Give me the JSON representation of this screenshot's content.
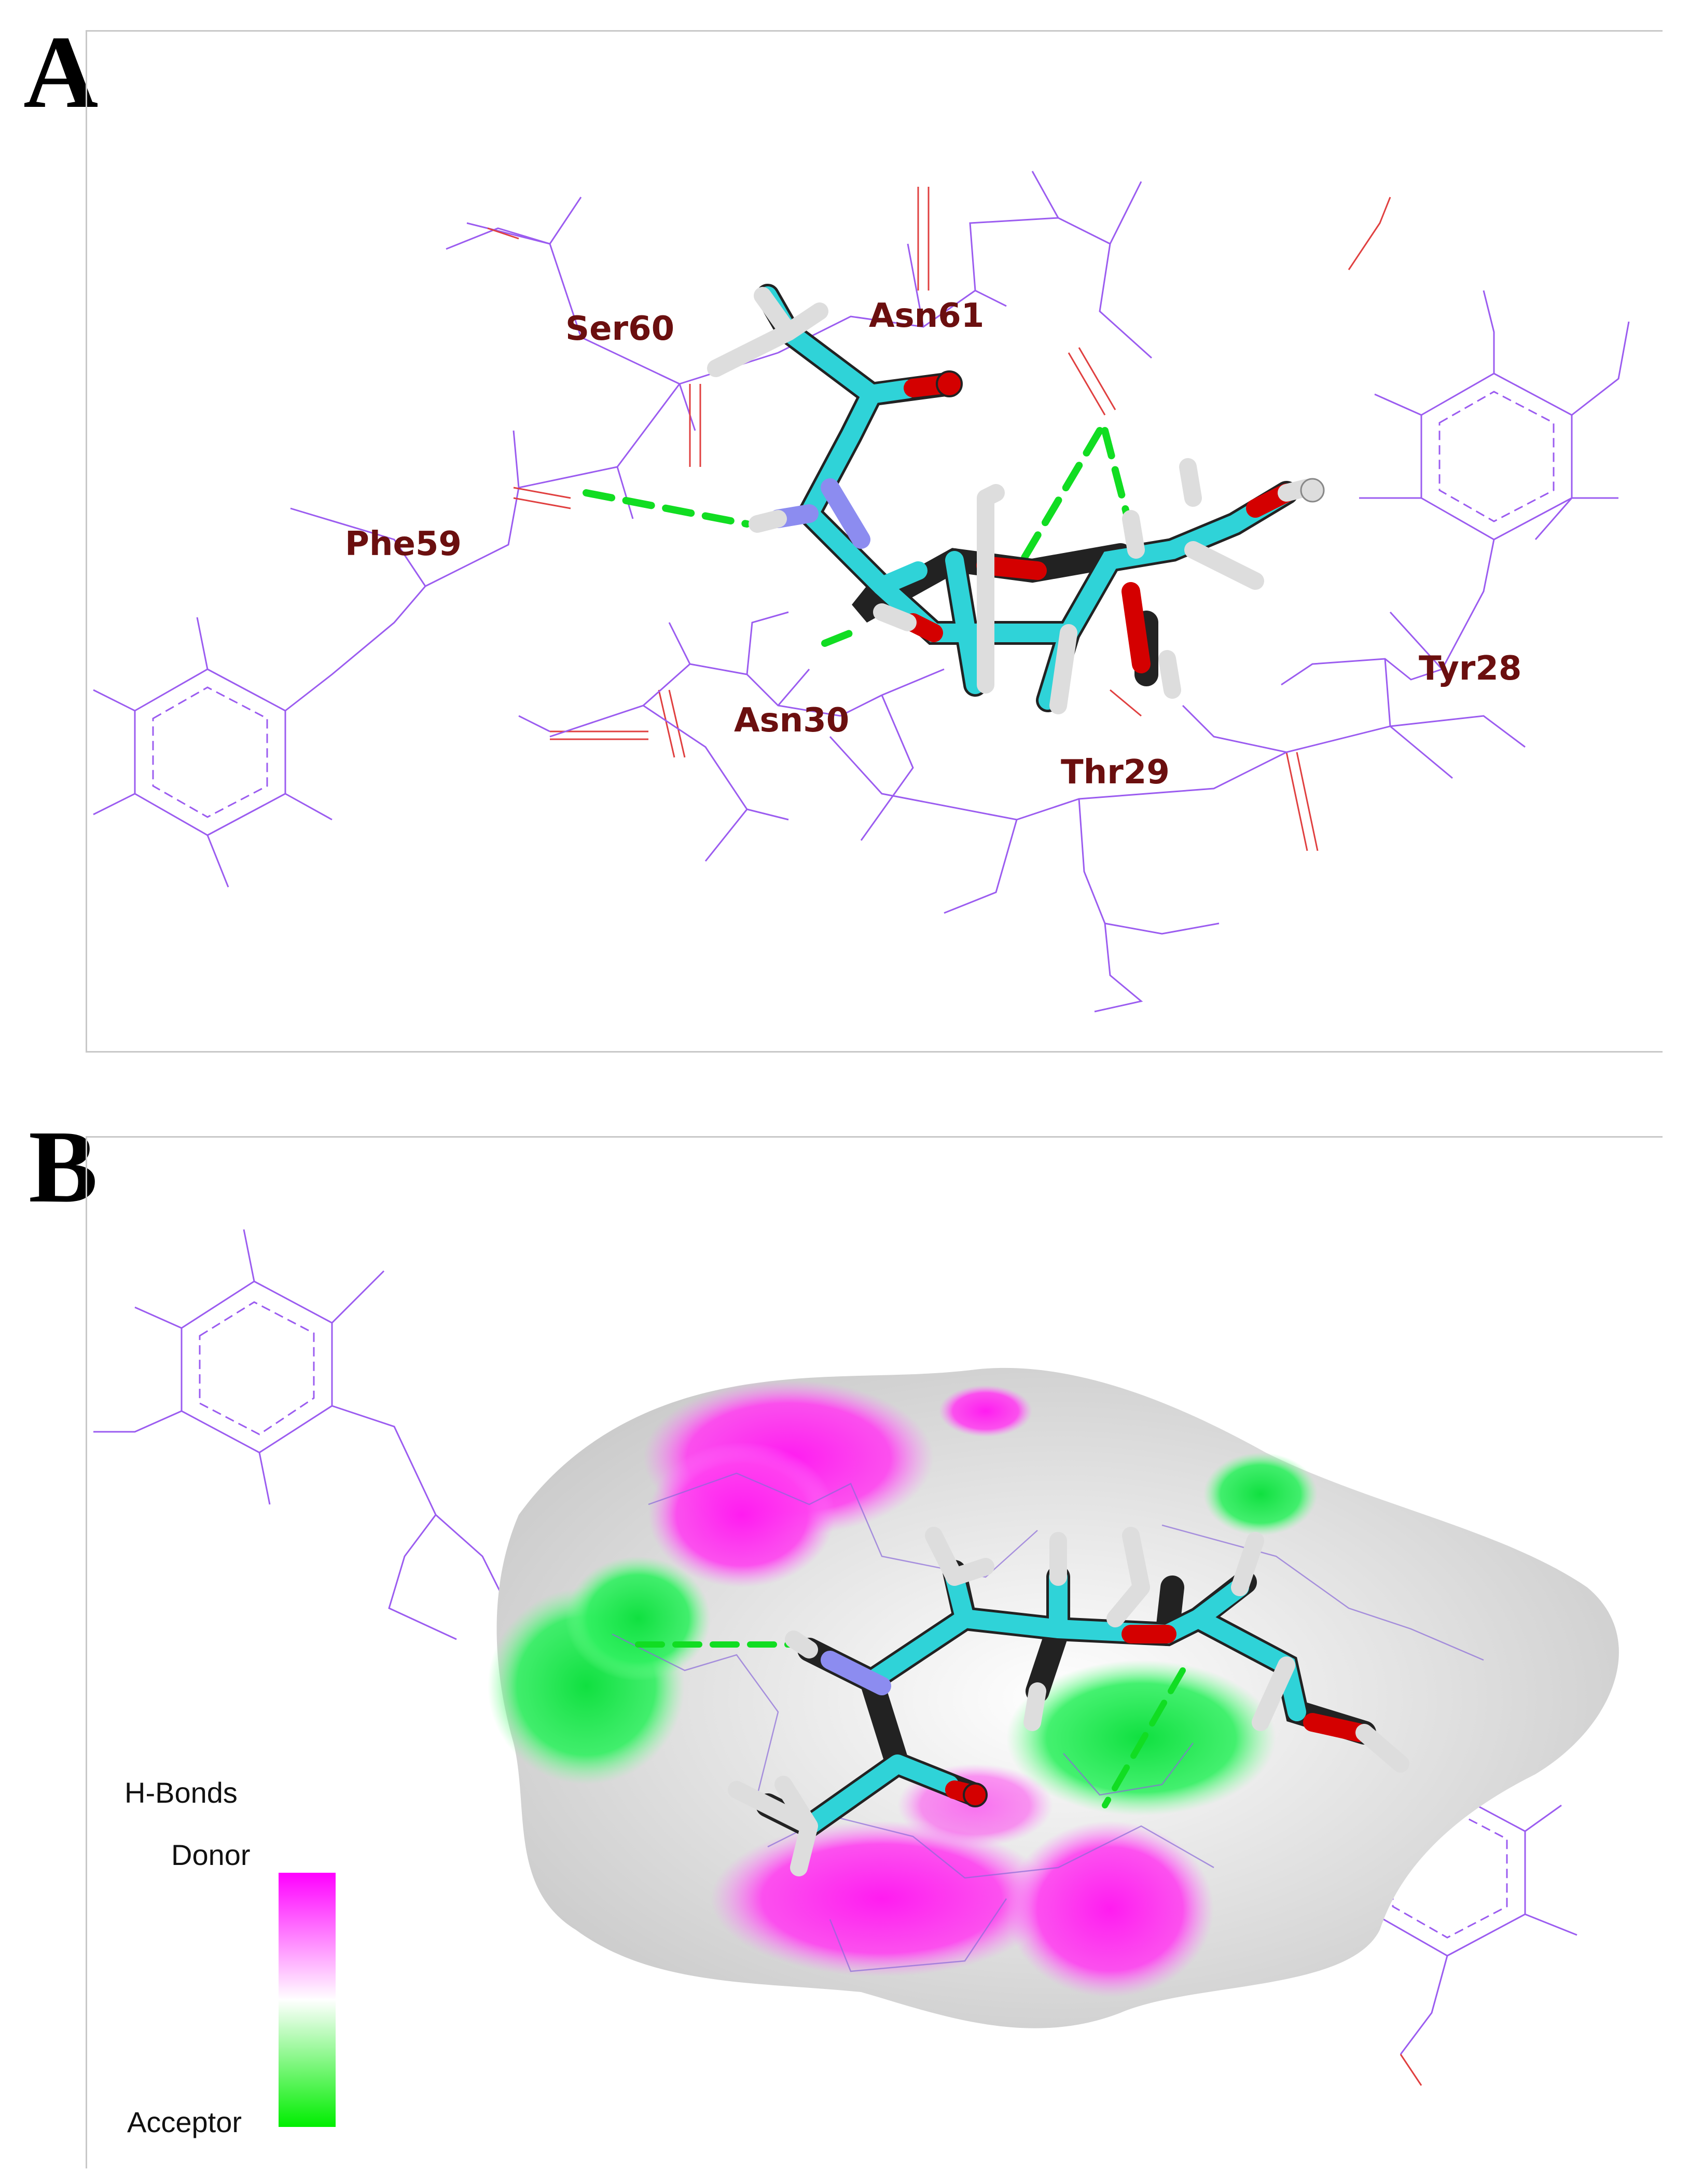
{
  "panels": {
    "a": {
      "letter": "A"
    },
    "b": {
      "letter": "B"
    }
  },
  "residues": {
    "ser60": "Ser60",
    "asn61": "Asn61",
    "phe59": "Phe59",
    "asn30": "Asn30",
    "thr29": "Thr29",
    "tyr28": "Tyr28"
  },
  "legend": {
    "title": "H-Bonds",
    "top_label": "Donor",
    "bottom_label": "Acceptor",
    "colors": {
      "donor": "#ff00ff",
      "neutral": "#ffffff",
      "acceptor": "#00ee00"
    }
  },
  "colors": {
    "carbon": "#2fd3d8",
    "hydrogen": "#d9d9d9",
    "oxygen": "#e00000",
    "nitrogen": "#8c8cf0",
    "residue_wire": "#9b5cf0",
    "hbond": "#11dd22",
    "label": "#6b0f0f"
  }
}
